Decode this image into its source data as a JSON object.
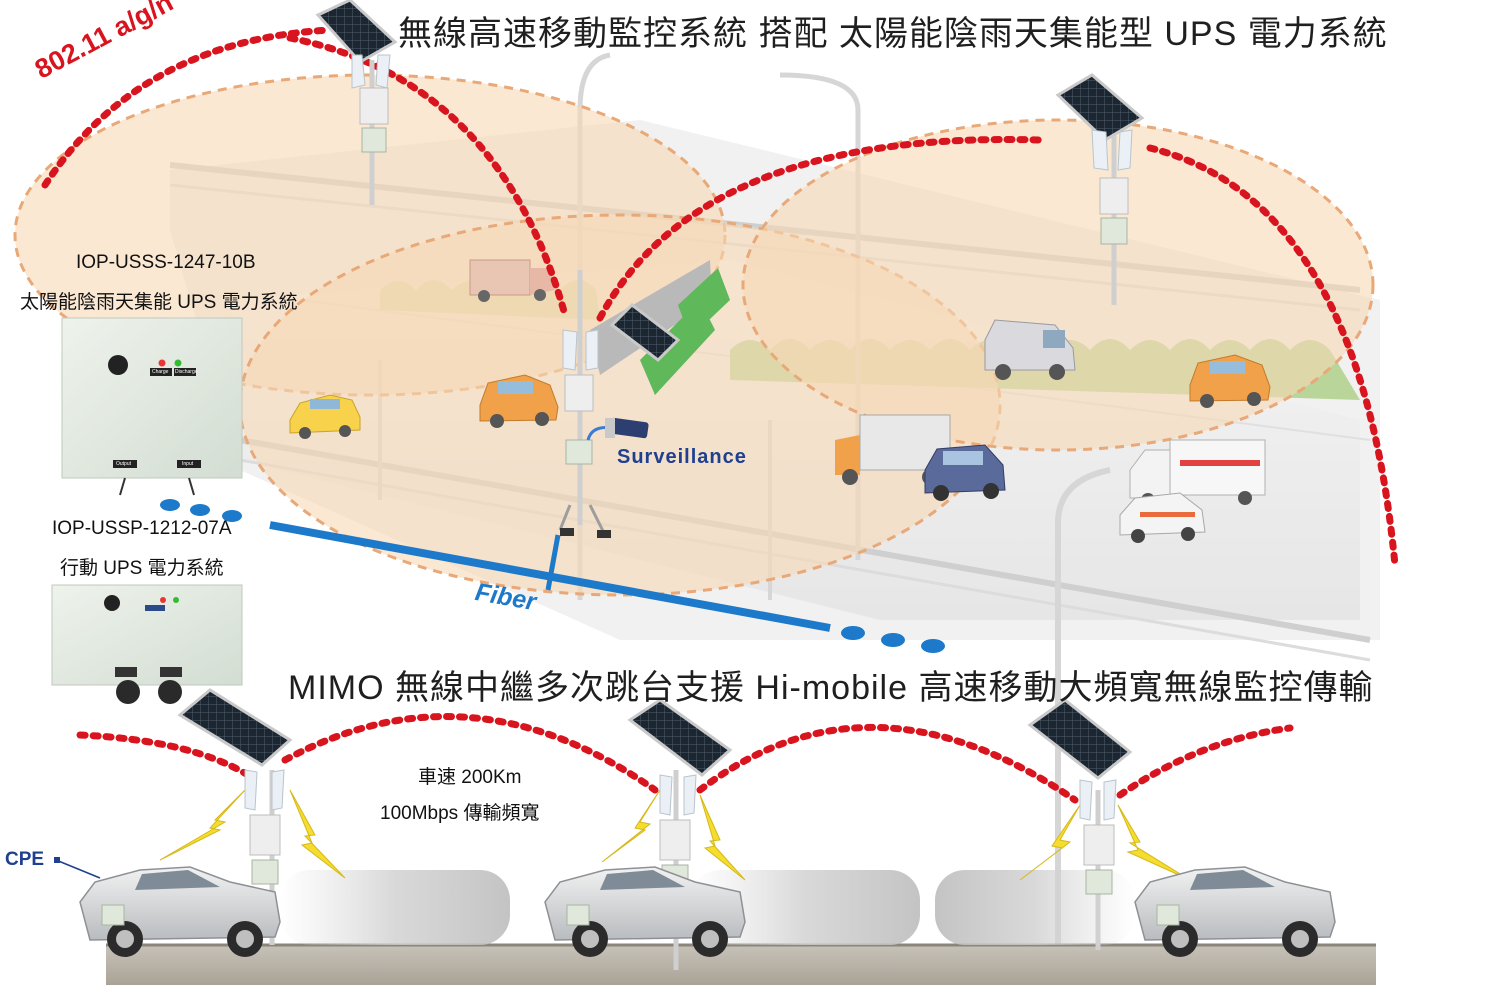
{
  "diagram": {
    "title": "無線高速移動監控系統 搭配 太陽能陰雨天集能型 UPS 電力系統",
    "subtitle": "MIMO 無線中繼多次跳台支援 Hi-mobile 高速移動大頻寬無線監控傳輸",
    "wifi_label": "802.11 a/g/n",
    "devices": {
      "ups_large_model": "IOP-USSS-1247-10B",
      "ups_large_desc": "太陽能陰雨天集能 UPS 電力系統",
      "ups_small_model": "IOP-USSP-1212-07A",
      "ups_small_desc": "行動 UPS 電力系統"
    },
    "labels": {
      "surveillance": "Surveillance",
      "fiber": "Fiber",
      "speed": "車速 200Km",
      "bandwidth": "100Mbps 傳輸頻寬",
      "cpe": "CPE"
    },
    "ups_buttons": {
      "charge": "Charge",
      "discharge": "Discharge",
      "output": "Output",
      "input": "Input"
    },
    "colors": {
      "coverage_fill": "#f6d9b6",
      "coverage_stroke": "#e8a877",
      "wifi_arc": "#d8141e",
      "fiber": "#1d79c9",
      "lightning": "#f4dd2e"
    }
  }
}
